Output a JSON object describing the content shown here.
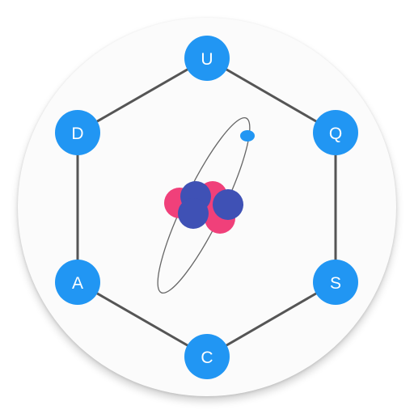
{
  "app_icon": {
    "colors": {
      "backdrop": "#fbfbfb",
      "edge": "#555555",
      "node": "#2196f3",
      "node_text": "#ffffff",
      "orbit": "#666666",
      "electron": "#2196f3",
      "proton": "#f0407a",
      "neutron": "#3f51b5"
    },
    "nodes": [
      {
        "id": "top",
        "label": "U"
      },
      {
        "id": "upper-right",
        "label": "Q"
      },
      {
        "id": "lower-right",
        "label": "S"
      },
      {
        "id": "bottom",
        "label": "C"
      },
      {
        "id": "lower-left",
        "label": "A"
      },
      {
        "id": "upper-left",
        "label": "D"
      }
    ],
    "atom": {
      "electron_icon": "electron-icon",
      "nucleus_icon": "nucleus-icon"
    }
  }
}
